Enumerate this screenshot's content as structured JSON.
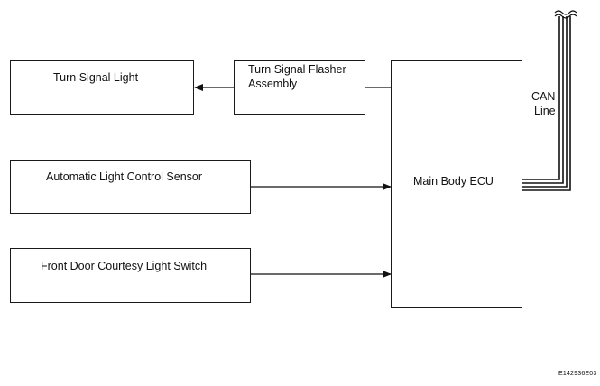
{
  "blocks": {
    "turn_signal_light": "Turn Signal Light",
    "flasher_line1": "Turn Signal Flasher",
    "flasher_line2": "Assembly",
    "auto_light_sensor": "Automatic Light Control Sensor",
    "door_courtesy_switch": "Front Door Courtesy Light Switch",
    "main_body_ecu": "Main Body ECU"
  },
  "can": {
    "line1": "CAN",
    "line2": "Line"
  },
  "figure_code": "E142936E03"
}
